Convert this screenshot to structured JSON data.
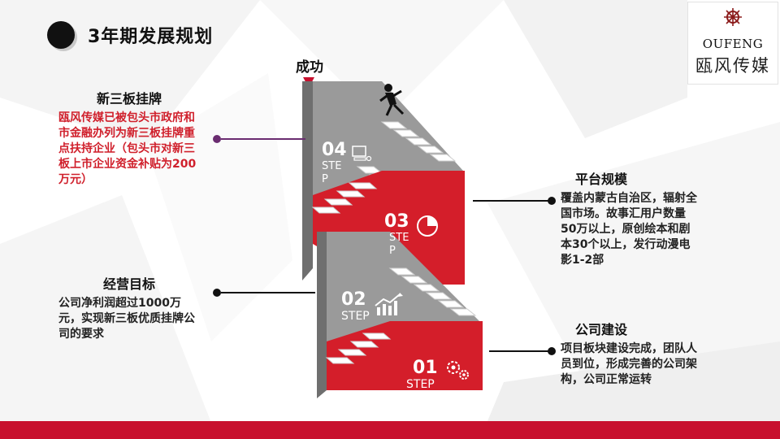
{
  "title": "3年期发展规划",
  "logo": {
    "en": "OUFENG",
    "cn": "瓯风传媒"
  },
  "success_label": "成功",
  "steps": [
    {
      "num": "01",
      "word": "STEP"
    },
    {
      "num": "02",
      "word": "STEP"
    },
    {
      "num": "03",
      "word": "STEP"
    },
    {
      "num": "04",
      "word": "STEP"
    }
  ],
  "blocks": {
    "xinsanban": {
      "heading": "新三板挂牌",
      "body": "瓯风传媒已被包头市政府和市金融办列为新三板挂牌重点扶持企业（包头市对新三板上市企业资金补贴为200万元）"
    },
    "jingying": {
      "heading": "经营目标",
      "body": "公司净利润超过1000万元，实现新三板优质挂牌公司的要求"
    },
    "pingtai": {
      "heading": "平台规模",
      "body": "覆盖内蒙古自治区，辐射全国市场。故事汇用户数量50万以上，原创绘本和剧本30个以上，发行动漫电影1-2部"
    },
    "gongsi": {
      "heading": "公司建设",
      "body": "项目板块建设完成，团队人员到位，形成完善的公司架构，公司正常运转"
    }
  },
  "colors": {
    "accent_red": "#c8102e",
    "purple": "#6a2c70",
    "stair_gray": "#8a8a8a"
  }
}
